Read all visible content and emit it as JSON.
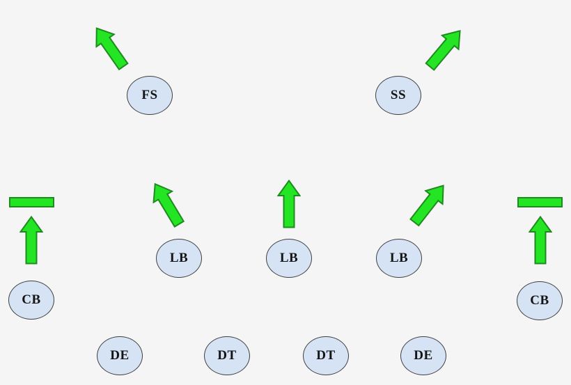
{
  "diagram": {
    "type": "football-defensive-formation",
    "description": "Defensive play diagram with coverage arrows"
  },
  "colors": {
    "background": "#f5f5f6",
    "node_fill": "#d6e3f4",
    "node_border": "#3f3f3f",
    "arrow_fill": "#23e523",
    "arrow_border": "#1f8a1f",
    "label_text": "#141414"
  },
  "nodes": {
    "fs": {
      "label": "FS"
    },
    "ss": {
      "label": "SS"
    },
    "lb_left": {
      "label": "LB"
    },
    "lb_middle": {
      "label": "LB"
    },
    "lb_right": {
      "label": "LB"
    },
    "cb_left": {
      "label": "CB"
    },
    "cb_right": {
      "label": "CB"
    },
    "de_left": {
      "label": "DE"
    },
    "dt_left": {
      "label": "DT"
    },
    "dt_right": {
      "label": "DT"
    },
    "de_right": {
      "label": "DE"
    }
  },
  "arrows": {
    "fs": {
      "direction": "up-left"
    },
    "ss": {
      "direction": "up-right"
    },
    "lb_left": {
      "direction": "up-left"
    },
    "lb_middle": {
      "direction": "up"
    },
    "lb_right": {
      "direction": "up-right"
    },
    "cb_left": {
      "direction": "up",
      "blocked_by_bar": true
    },
    "cb_right": {
      "direction": "up",
      "blocked_by_bar": true
    }
  }
}
